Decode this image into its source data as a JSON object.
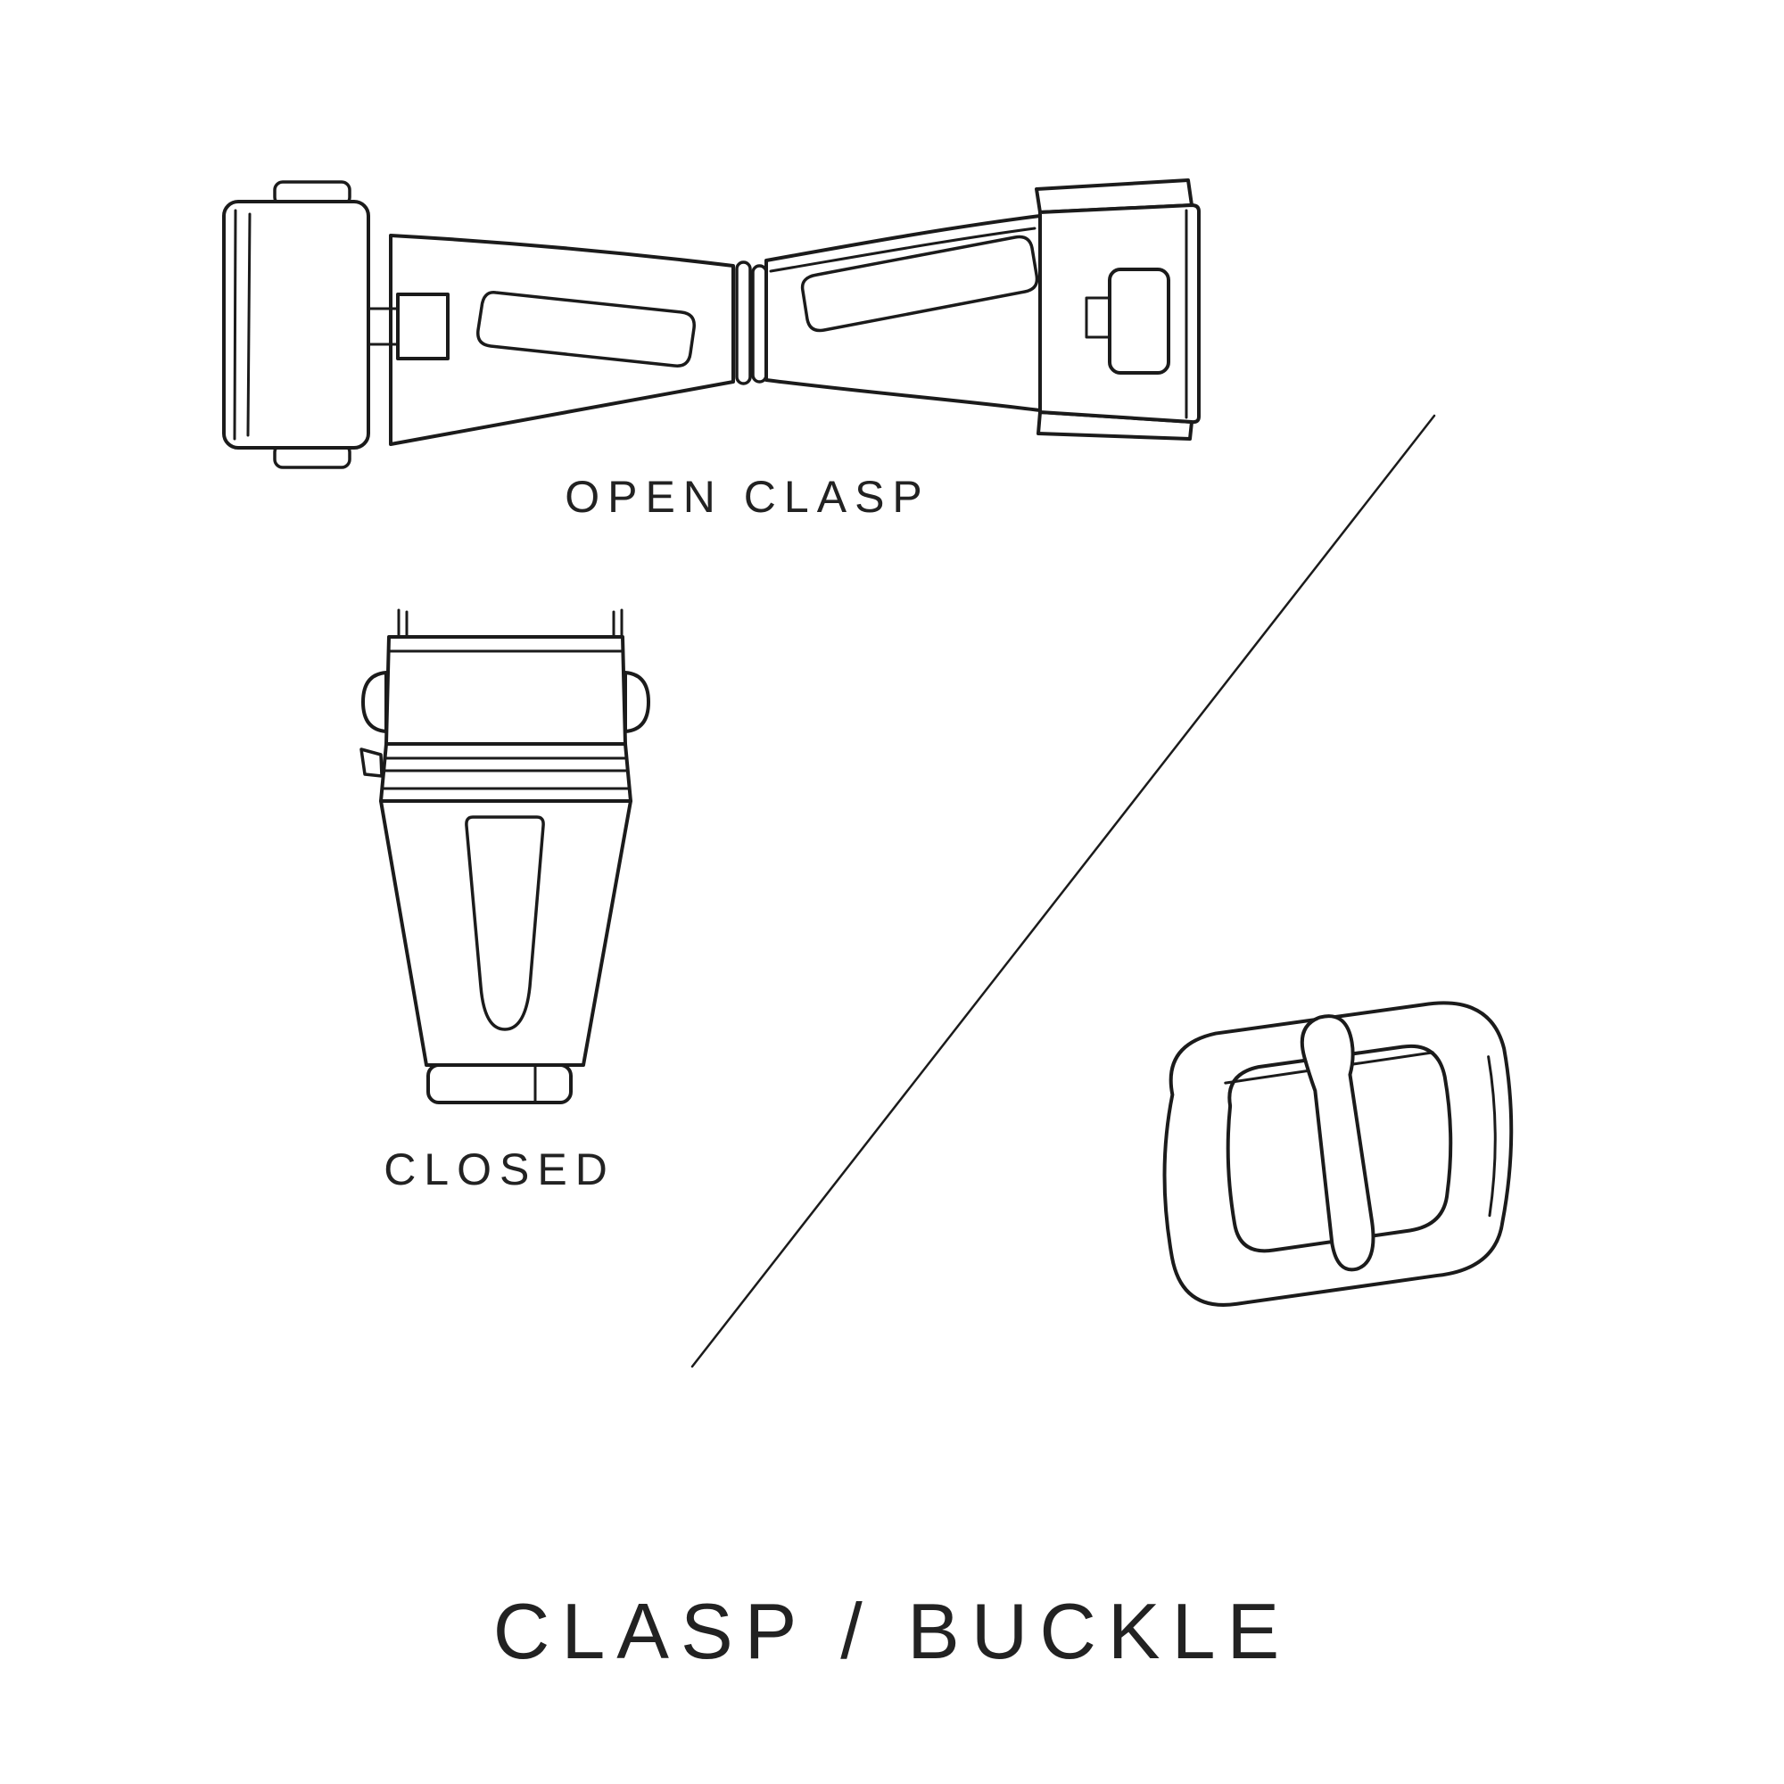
{
  "page": {
    "background": "#ffffff",
    "line_color": "#1b1b1b",
    "text_color": "#222222"
  },
  "labels": {
    "open_clasp": "OPEN CLASP",
    "closed": "CLOSED",
    "title": "CLASP / BUCKLE"
  },
  "icons": [
    {
      "name": "open-clasp-illustration",
      "meaning": "deployant watch clasp shown open, top view"
    },
    {
      "name": "closed-clasp-illustration",
      "meaning": "watch clasp shown closed"
    },
    {
      "name": "buckle-illustration",
      "meaning": "tang buckle for watch strap"
    },
    {
      "name": "divider-line",
      "meaning": "diagonal separator between clasp and buckle sections"
    }
  ]
}
